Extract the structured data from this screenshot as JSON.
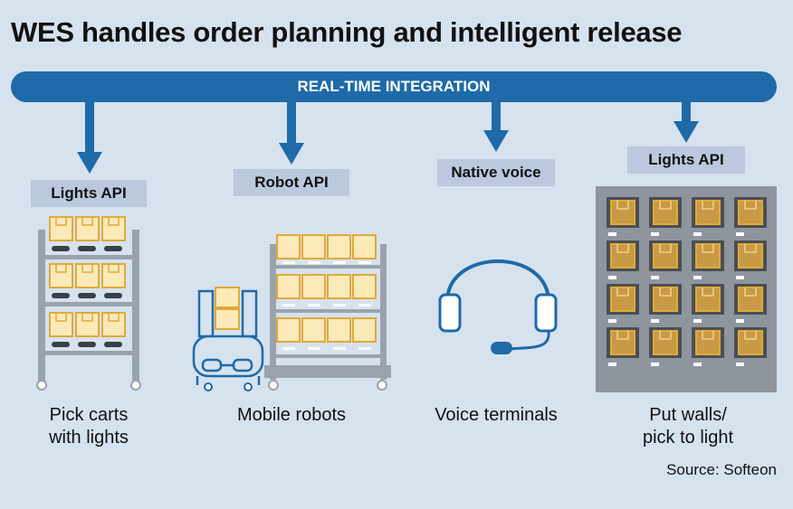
{
  "title": "WES handles order planning and intelligent release",
  "integration_bar": "REAL-TIME INTEGRATION",
  "columns": [
    {
      "api": "Lights API",
      "label_line1": "Pick carts",
      "label_line2": "with lights",
      "icon": "pick-cart-icon"
    },
    {
      "api": "Robot API",
      "label_line1": "Mobile robots",
      "label_line2": "",
      "icon": "mobile-robot-icon"
    },
    {
      "api": "Native voice",
      "label_line1": "Voice terminals",
      "label_line2": "",
      "icon": "headset-icon"
    },
    {
      "api": "Lights API",
      "label_line1": "Put walls/",
      "label_line2": "pick to light",
      "icon": "put-wall-icon"
    }
  ],
  "source": "Source: Softeon",
  "colors": {
    "background": "#d7e2ef",
    "bar": "#1f6aa8",
    "api_box": "#bac9dd",
    "box_fill": "#fce9b8",
    "box_stroke": "#e0a93b",
    "rack": "#9aa3ad",
    "wall": "#8e959d"
  }
}
